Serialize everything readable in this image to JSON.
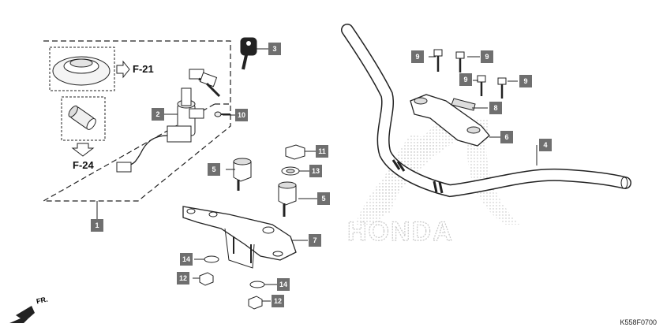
{
  "refs": {
    "f21": "F-21",
    "f24": "F-24"
  },
  "front_label": "FR.",
  "diagram_code": "K558F0700",
  "watermark": "HONDA",
  "callouts": [
    {
      "id": "1"
    },
    {
      "id": "2"
    },
    {
      "id": "3"
    },
    {
      "id": "4"
    },
    {
      "id": "5"
    },
    {
      "id": "5"
    },
    {
      "id": "6"
    },
    {
      "id": "7"
    },
    {
      "id": "8"
    },
    {
      "id": "9"
    },
    {
      "id": "9"
    },
    {
      "id": "9"
    },
    {
      "id": "9"
    },
    {
      "id": "10"
    },
    {
      "id": "11"
    },
    {
      "id": "12"
    },
    {
      "id": "12"
    },
    {
      "id": "13"
    },
    {
      "id": "14"
    },
    {
      "id": "14"
    }
  ]
}
